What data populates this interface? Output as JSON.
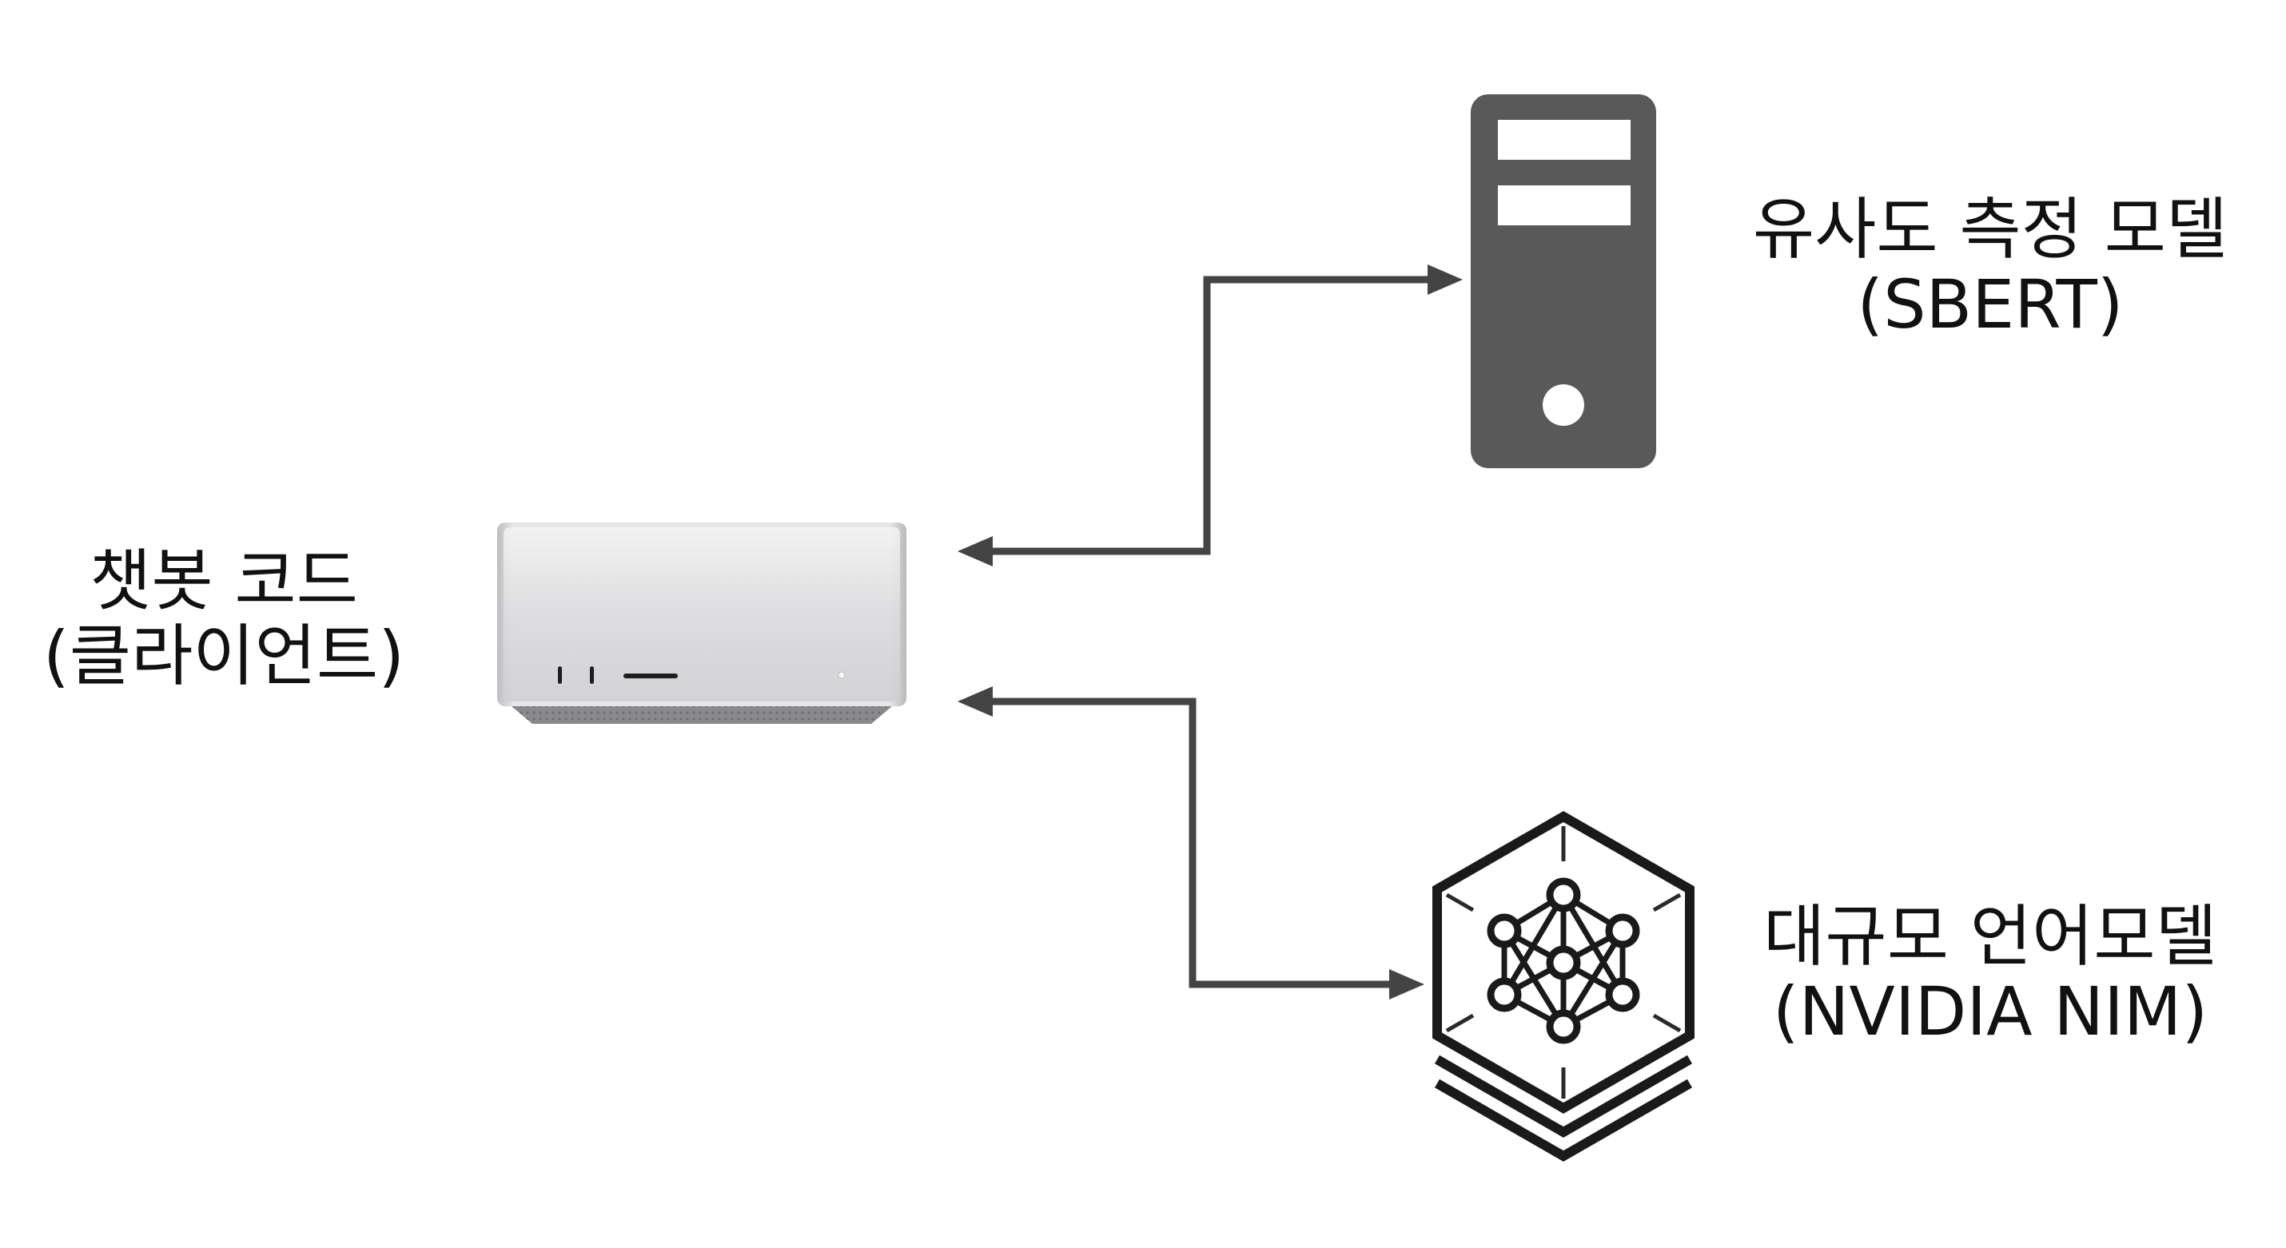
{
  "nodes": {
    "client": {
      "title": "챗봇 코드",
      "subtitle": "(클라이언트)",
      "icon": "desktop-computer-icon"
    },
    "similarity_model": {
      "title": "유사도 측정 모델",
      "subtitle": "(SBERT)",
      "icon": "server-tower-icon"
    },
    "llm": {
      "title": "대규모 언어모델",
      "subtitle": "(NVIDIA NIM)",
      "icon": "neural-network-hexagon-icon"
    }
  },
  "colors": {
    "arrow": "#444444",
    "server": "#595959",
    "hexagon": "#1a1a1a",
    "text": "#111111"
  }
}
